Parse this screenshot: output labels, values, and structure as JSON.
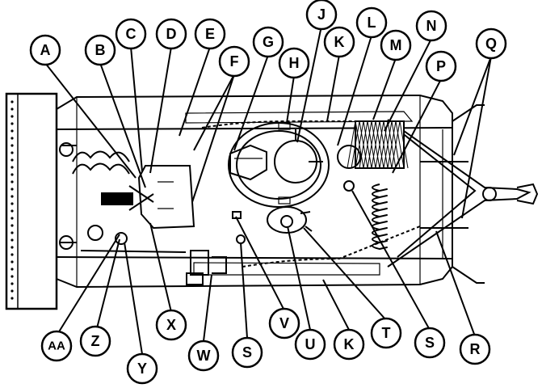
{
  "callouts": {
    "top": [
      "A",
      "B",
      "C",
      "D",
      "E",
      "F",
      "G",
      "H",
      "J",
      "K",
      "L",
      "M",
      "N",
      "P",
      "Q"
    ],
    "bottom": [
      "AA",
      "Z",
      "Y",
      "X",
      "W",
      "S",
      "V",
      "U",
      "K",
      "T",
      "S",
      "R"
    ]
  },
  "colors": {
    "ink": "#000000",
    "paper": "#ffffff"
  }
}
